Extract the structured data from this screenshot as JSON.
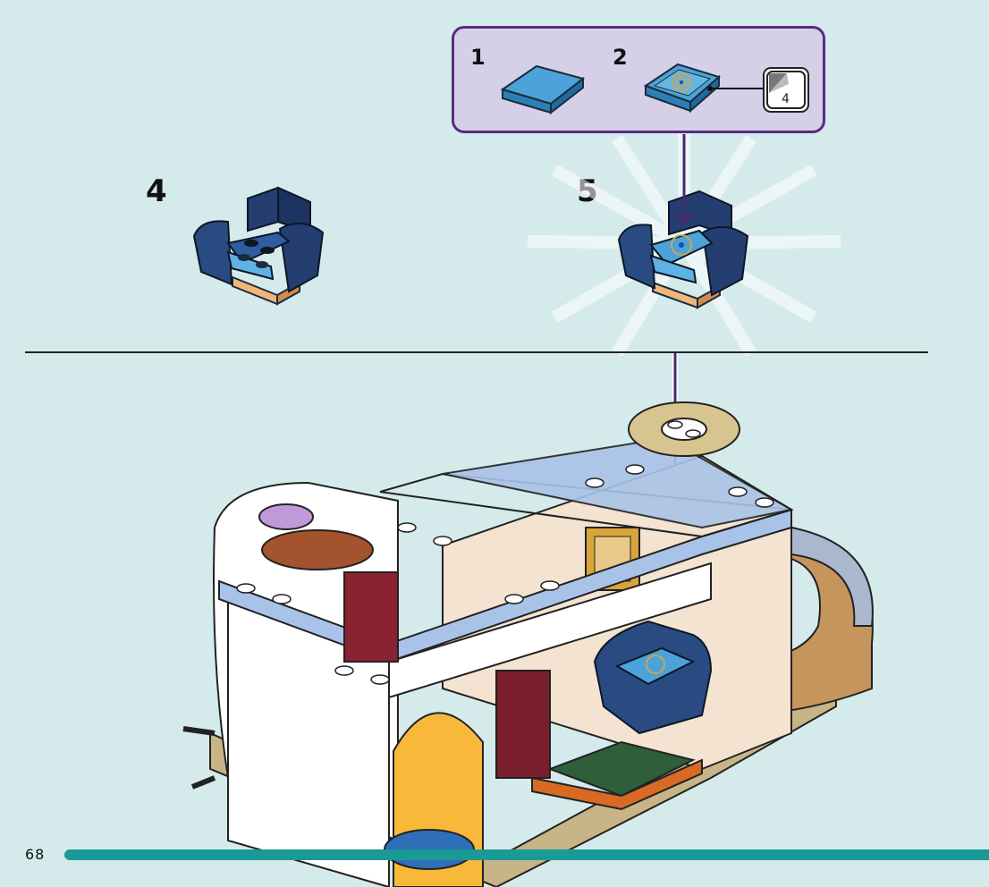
{
  "page": {
    "number": "68",
    "background": "#d5ebeb",
    "accent": "#1a9a96"
  },
  "callout": {
    "border_color": "#5a2a82",
    "fill_color": "#d5d0e8",
    "substeps": [
      {
        "number": "1",
        "part": "blue-tile-icon"
      },
      {
        "number": "2",
        "part": "printed-tile-icon"
      }
    ],
    "sticker_number": "4"
  },
  "steps": [
    {
      "number": "4",
      "part": "armchair-icon"
    },
    {
      "number": "5",
      "part": "armchair-with-tile-icon"
    }
  ],
  "main_model": {
    "part": "castle-room-model"
  }
}
